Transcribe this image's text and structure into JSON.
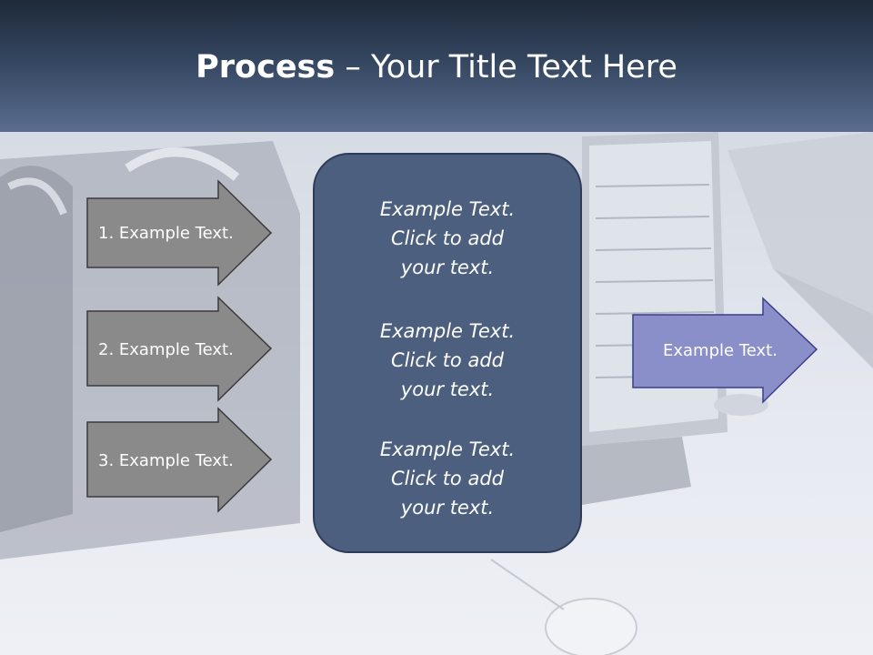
{
  "slide": {
    "title_bold": "Process",
    "title_rest": " – Your Title Text Here"
  },
  "steps": [
    {
      "label": "1. Example Text."
    },
    {
      "label": "2. Example Text."
    },
    {
      "label": "3. Example Text."
    }
  ],
  "center_panel": {
    "blocks": [
      {
        "line1": "Example Text.",
        "line2": "Click  to add",
        "line3": "your text."
      },
      {
        "line1": "Example Text.",
        "line2": "Click  to add",
        "line3": "your text."
      },
      {
        "line1": "Example Text.",
        "line2": "Click  to add",
        "line3": "your text."
      }
    ]
  },
  "output": {
    "label": "Example Text."
  },
  "colors": {
    "header_dark": "#1f2a3b",
    "header_light": "#5a6d8f",
    "step_arrow_fill": "#8a8a8a",
    "step_arrow_border": "#3a3a3a",
    "panel_fill": "#4d5f7f",
    "panel_border": "#2e3b57",
    "output_arrow_fill": "#8a8fc9",
    "output_arrow_border": "#3b3f8a"
  }
}
